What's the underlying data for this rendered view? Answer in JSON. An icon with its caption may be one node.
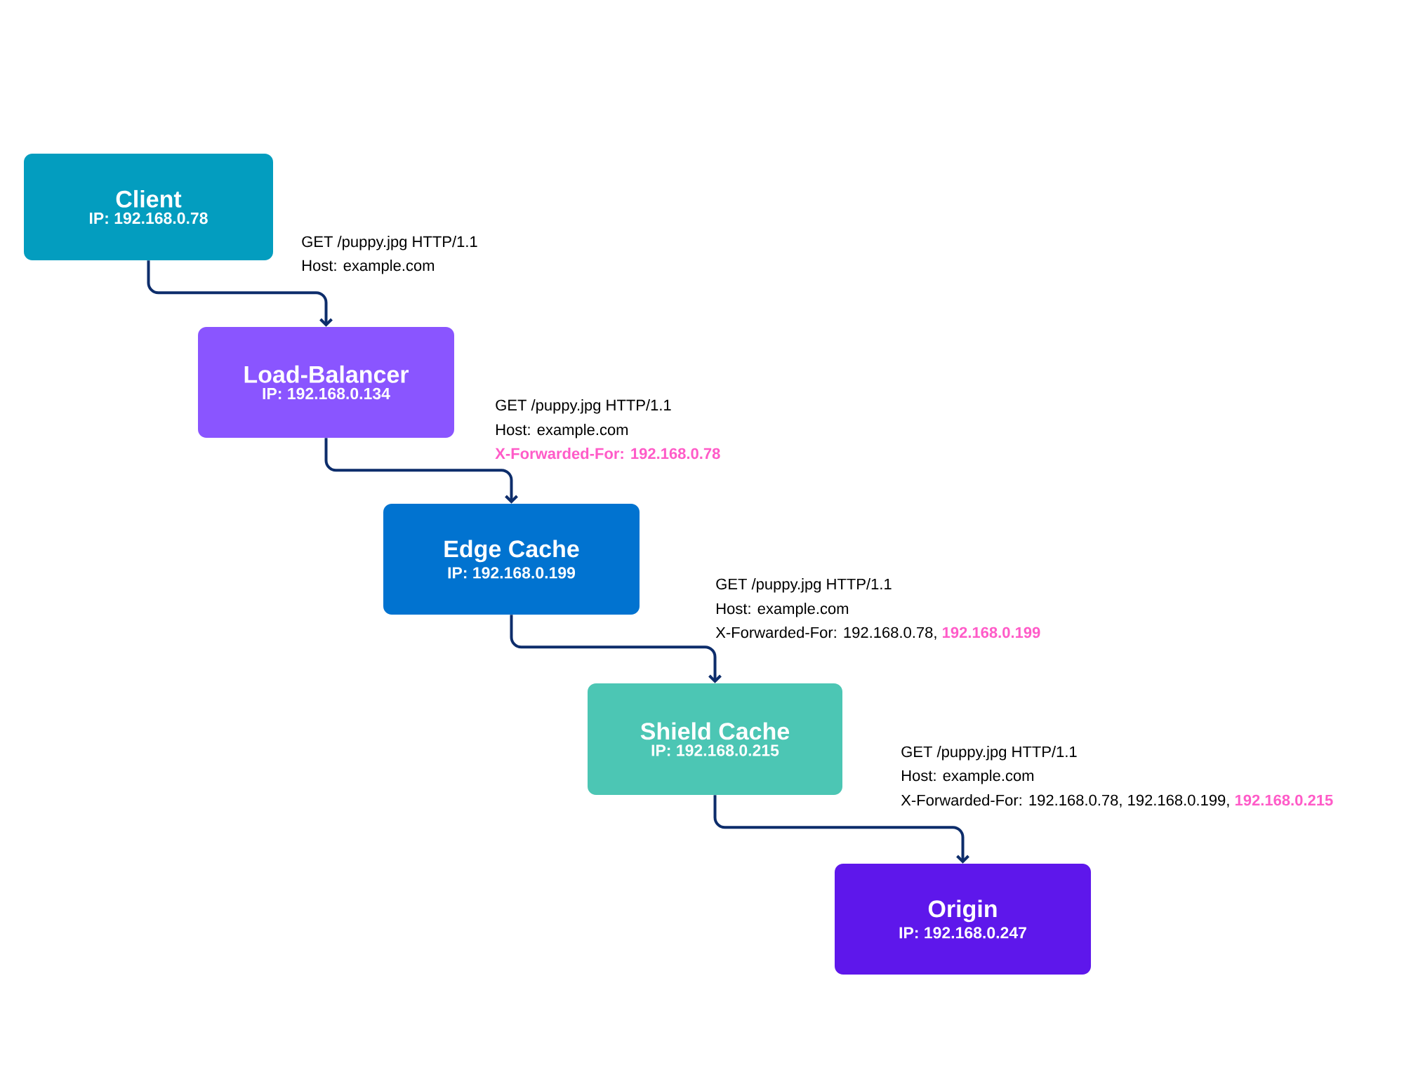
{
  "diagram": {
    "nodes": [
      {
        "text": [
          "Client",
          "IP: 192.168.0.78"
        ]
      },
      {
        "text": [
          "Load-Balancer",
          "IP: 192.168.0.134"
        ]
      },
      {
        "text": [
          "Edge Cache",
          "IP: 192.168.0.199"
        ]
      },
      {
        "text": [
          "Shield Cache",
          "IP: 192.168.0.215"
        ]
      },
      {
        "text": [
          "Origin",
          "IP: 192.168.0.247"
        ]
      }
    ],
    "edges": [
      {
        "from": 0,
        "to": 1,
        "arrow": "to"
      },
      {
        "from": 1,
        "to": 2,
        "arrow": "to"
      },
      {
        "from": 2,
        "to": 3,
        "arrow": "to"
      },
      {
        "from": 3,
        "to": 4,
        "arrow": "to"
      }
    ],
    "labels": [
      "GET /puppy.jpg HTTP/1.1",
      "Host: example.com",
      "GET /puppy.jpg HTTP/1.1",
      "Host: example.com",
      "X-Forwarded-For: 192.168.0.78",
      "GET /puppy.jpg HTTP/1.1",
      "Host: example.com",
      "X-Forwarded-For: 192.168.0.78, **192.168.0.199**",
      "GET /puppy.jpg HTTP/1.1",
      "Host: example.com",
      "X-Forwarded-For: 192.168.0.78, 192.168.0.199, **192.168.0.215**"
    ]
  }
}
